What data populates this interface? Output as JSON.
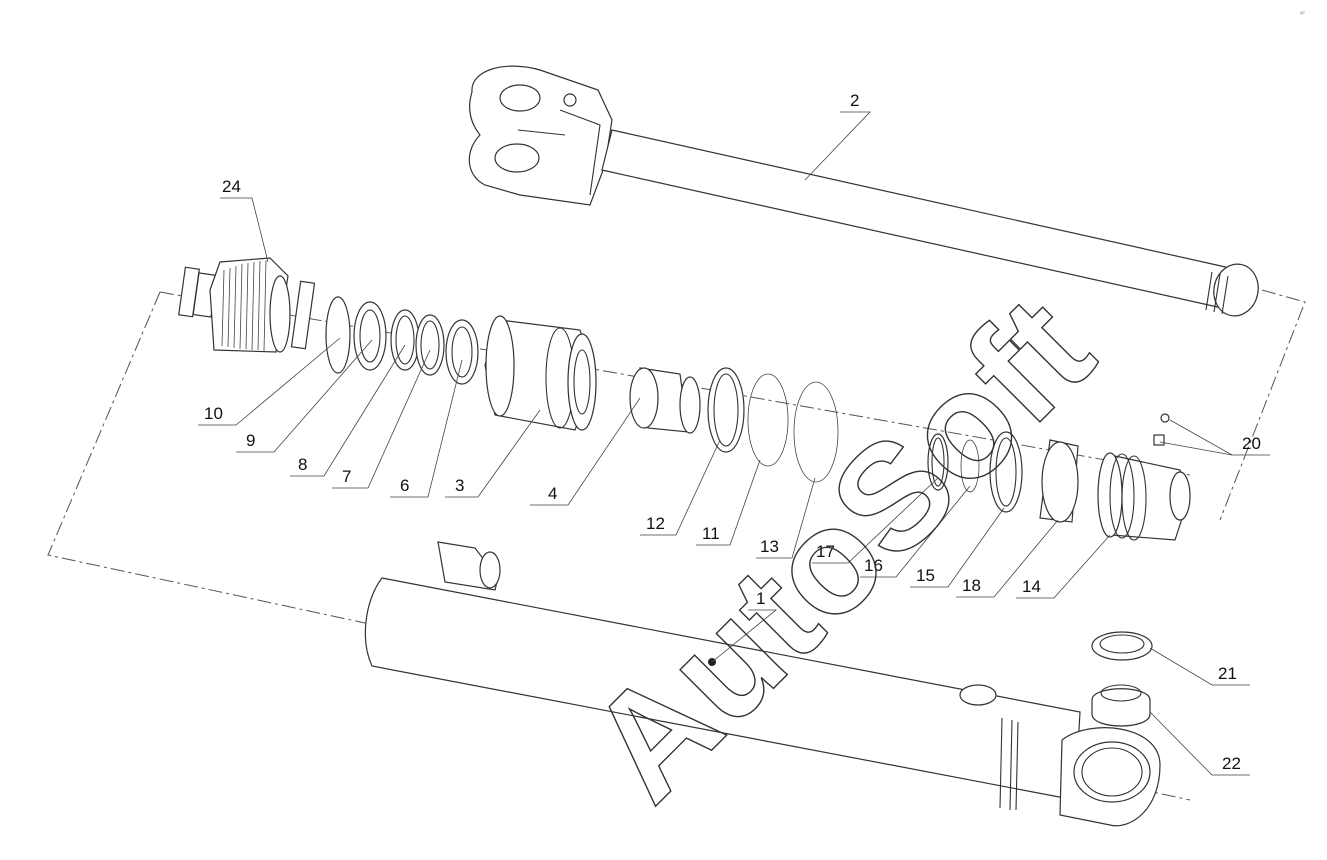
{
  "watermark": "AutoSoft",
  "corner_mark": "ᴬˢ",
  "labels": [
    {
      "id": "2",
      "text": "2"
    },
    {
      "id": "24",
      "text": "24"
    },
    {
      "id": "10",
      "text": "10"
    },
    {
      "id": "9",
      "text": "9"
    },
    {
      "id": "8",
      "text": "8"
    },
    {
      "id": "7",
      "text": "7"
    },
    {
      "id": "6",
      "text": "6"
    },
    {
      "id": "3",
      "text": "3"
    },
    {
      "id": "4",
      "text": "4"
    },
    {
      "id": "12",
      "text": "12"
    },
    {
      "id": "11",
      "text": "11"
    },
    {
      "id": "13",
      "text": "13"
    },
    {
      "id": "17",
      "text": "17"
    },
    {
      "id": "16",
      "text": "16"
    },
    {
      "id": "15",
      "text": "15"
    },
    {
      "id": "18",
      "text": "18"
    },
    {
      "id": "14",
      "text": "14"
    },
    {
      "id": "20",
      "text": "20"
    },
    {
      "id": "1",
      "text": "1"
    },
    {
      "id": "21",
      "text": "21"
    },
    {
      "id": "22",
      "text": "22"
    }
  ]
}
